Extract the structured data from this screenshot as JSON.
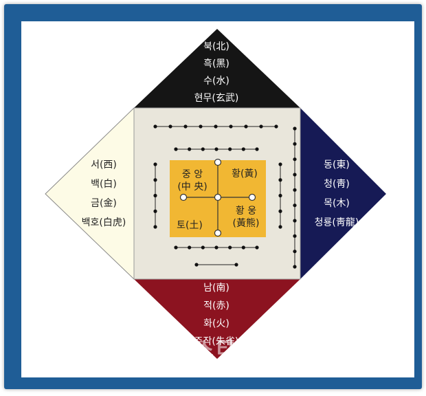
{
  "diagram": {
    "north": {
      "lines": [
        "북(北)",
        "흑(黑)",
        "수(水)",
        "현무(玄武)"
      ],
      "color": "#151515"
    },
    "west": {
      "lines": [
        "서(西)",
        "백(白)",
        "금(金)",
        "백호(白虎)"
      ],
      "color": "#fdfbe6"
    },
    "east": {
      "lines": [
        "동(東)",
        "청(靑)",
        "목(木)",
        "청룡(靑龍)"
      ],
      "color": "#161a55"
    },
    "south": {
      "lines": [
        "남(南)",
        "적(赤)",
        "화(火)",
        "주작(朱雀)"
      ],
      "color": "#8c1320"
    },
    "center": {
      "color": "#f1b733",
      "background": "#e9e6db",
      "top_left": [
        "중 앙",
        "(中 央)"
      ],
      "top_right": "황(黃)",
      "bottom_right": [
        "황 웅",
        "(黃熊)"
      ],
      "bottom_left": "토(土)"
    },
    "watermark": "뉴스타운",
    "watermark_sub": "NEWSTOWN"
  }
}
